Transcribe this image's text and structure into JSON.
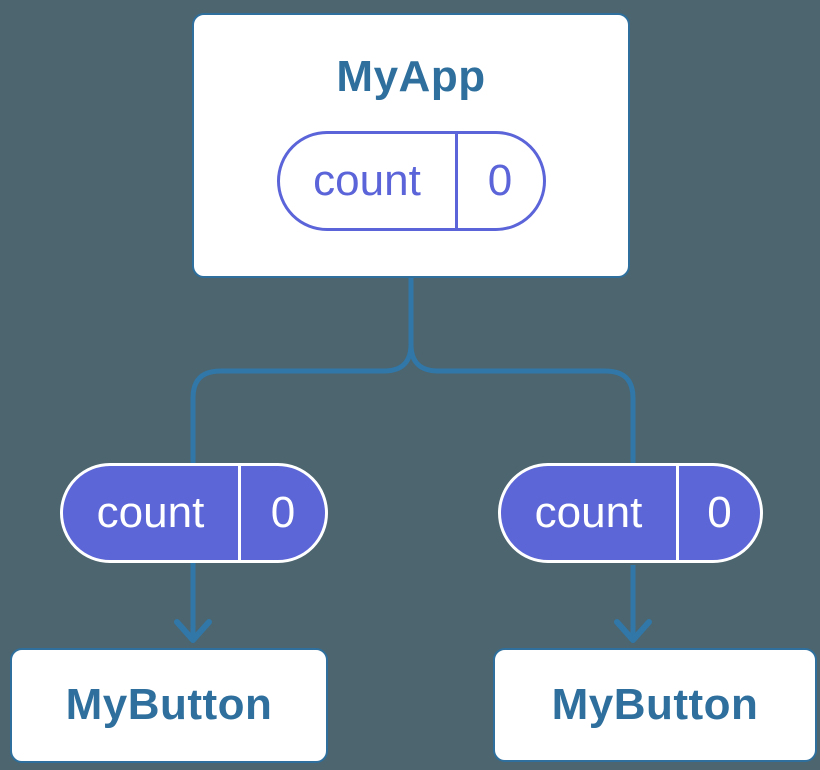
{
  "palette": {
    "background": "#4c656e",
    "connector_blue": "#3177a8",
    "card_border_blue": "#2e6f9d",
    "card_text_blue": "#2e6f9d",
    "pill_purple": "#5d66d6",
    "pill_outline_purple": "#5b64d8",
    "card_fill": "#ffffff"
  },
  "diagram": {
    "root": {
      "title": "MyApp",
      "state": {
        "label": "count",
        "value": "0"
      }
    },
    "left_prop": {
      "label": "count",
      "value": "0"
    },
    "right_prop": {
      "label": "count",
      "value": "0"
    },
    "left_child": {
      "title": "MyButton"
    },
    "right_child": {
      "title": "MyButton"
    }
  }
}
